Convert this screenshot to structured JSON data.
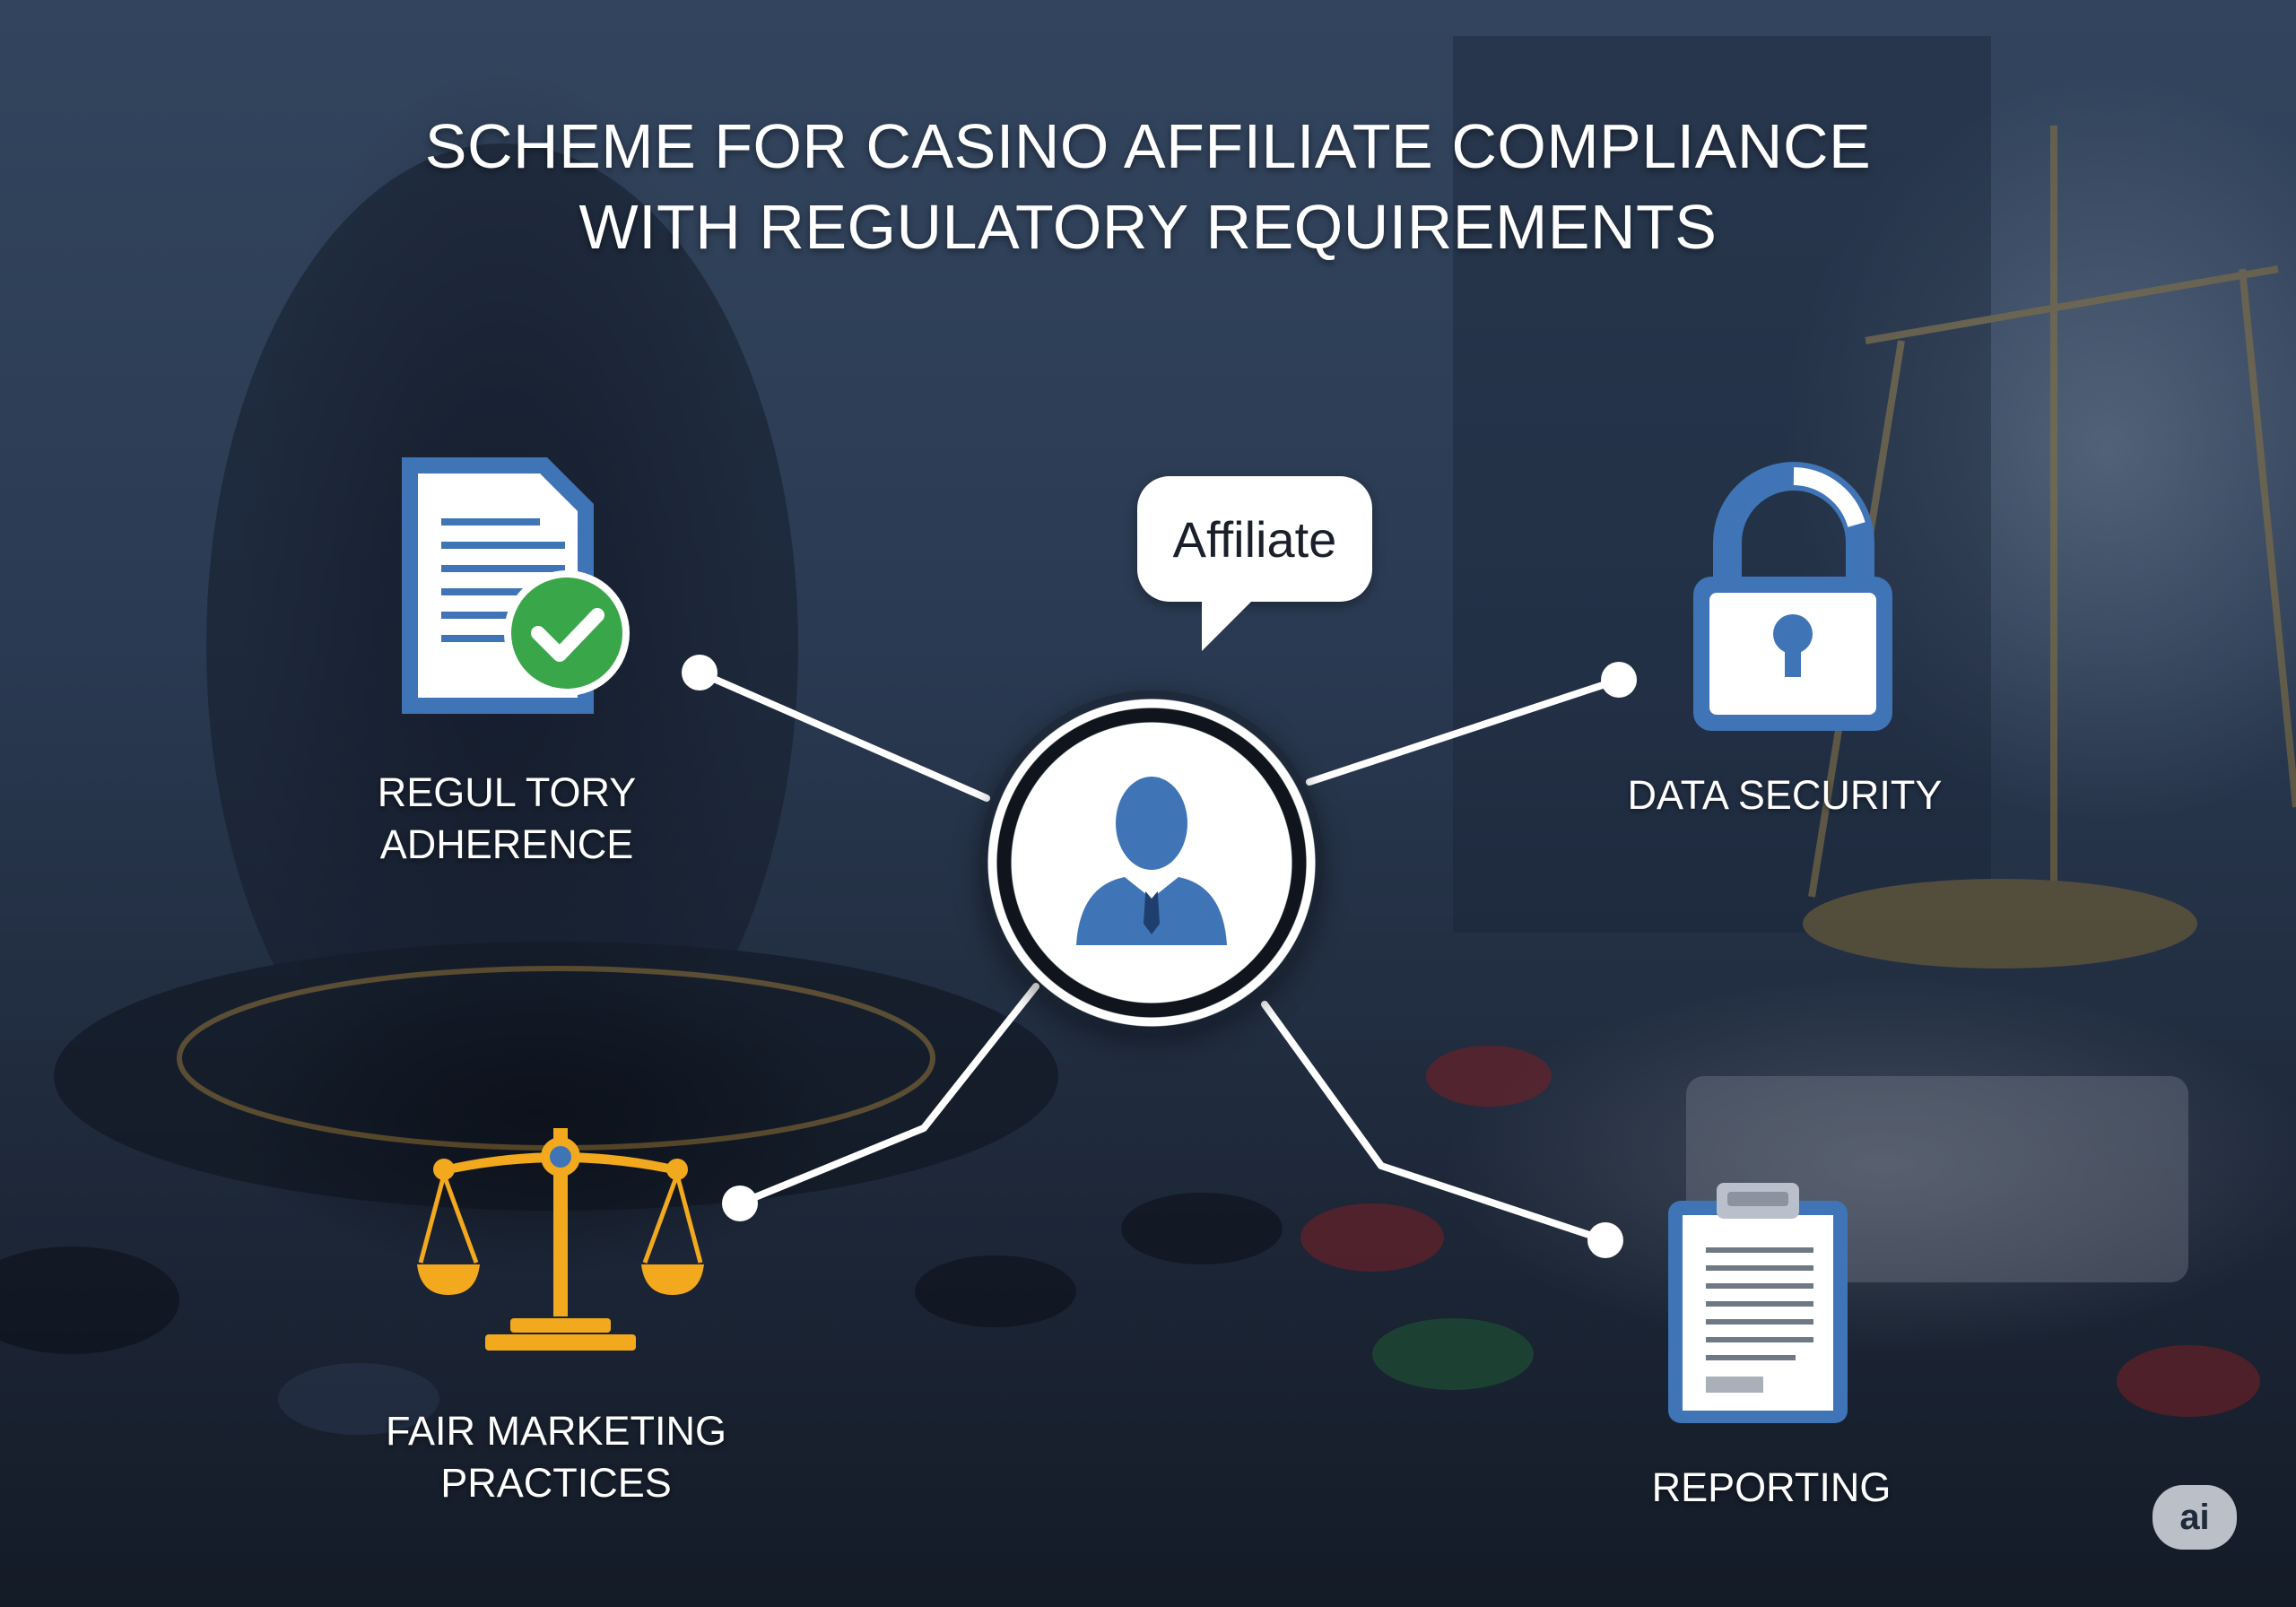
{
  "title": {
    "line1": "SCHEME FOR CASINO AFFILIATE COMPLIANCE",
    "line2": "WITH REGULATORY REQUIREMENTS"
  },
  "center": {
    "bubble_text": "Affiliate",
    "hub_icon": "person-icon"
  },
  "nodes": [
    {
      "label_lines": [
        "REGUL TORY",
        "ADHERENCE"
      ],
      "icon": "document-check-icon"
    },
    {
      "label_lines": [
        "DATA SECURITY"
      ],
      "icon": "padlock-icon"
    },
    {
      "label_lines": [
        "FAIR MARKETING",
        "PRACTICES"
      ],
      "icon": "scales-icon"
    },
    {
      "label_lines": [
        "REPORTING"
      ],
      "icon": "clipboard-icon"
    }
  ],
  "badge": "ai",
  "colors": {
    "icon_blue": "#3f74b6",
    "check_green": "#3aa64a",
    "scales_gold": "#f2a91e",
    "connector": "#ffffff",
    "text": "#ffffff"
  }
}
